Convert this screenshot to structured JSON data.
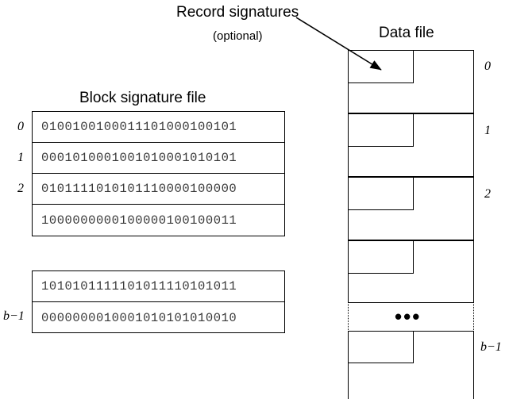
{
  "labels": {
    "record_signatures": "Record signatures",
    "optional": "(optional)",
    "block_signature_file": "Block signature file",
    "data_file": "Data file",
    "ellipsis": "•••"
  },
  "block_signature_file": {
    "title": "Block signature file",
    "top_table": {
      "row_labels": [
        "0",
        "1",
        "2",
        ""
      ],
      "rows": [
        "0100100100011101000100101",
        "0001010001001010001010101",
        "0101111010101110000100000",
        "1000000000100000100100011"
      ]
    },
    "bottom_table": {
      "row_labels": [
        "",
        "b−1"
      ],
      "rows": [
        "1010101111101011110101011",
        "0000000010001010101010010"
      ]
    }
  },
  "data_file": {
    "title": "Data file",
    "block_labels": [
      "0",
      "1",
      "2",
      "",
      "b−1"
    ],
    "record_signature_note": {
      "line1": "Record signatures",
      "line2": "(optional)"
    },
    "blocks": [
      {
        "label": "0",
        "has_record_signature": true,
        "pointed_at": true
      },
      {
        "label": "1",
        "has_record_signature": true,
        "pointed_at": false
      },
      {
        "label": "2",
        "has_record_signature": true,
        "pointed_at": false
      },
      {
        "label": "",
        "has_record_signature": true,
        "pointed_at": false
      },
      {
        "label": "b−1",
        "has_record_signature": true,
        "pointed_at": false
      }
    ]
  },
  "colors": {
    "stroke": "#000000",
    "background": "#ffffff",
    "bits_text": "#3a3a3a"
  }
}
